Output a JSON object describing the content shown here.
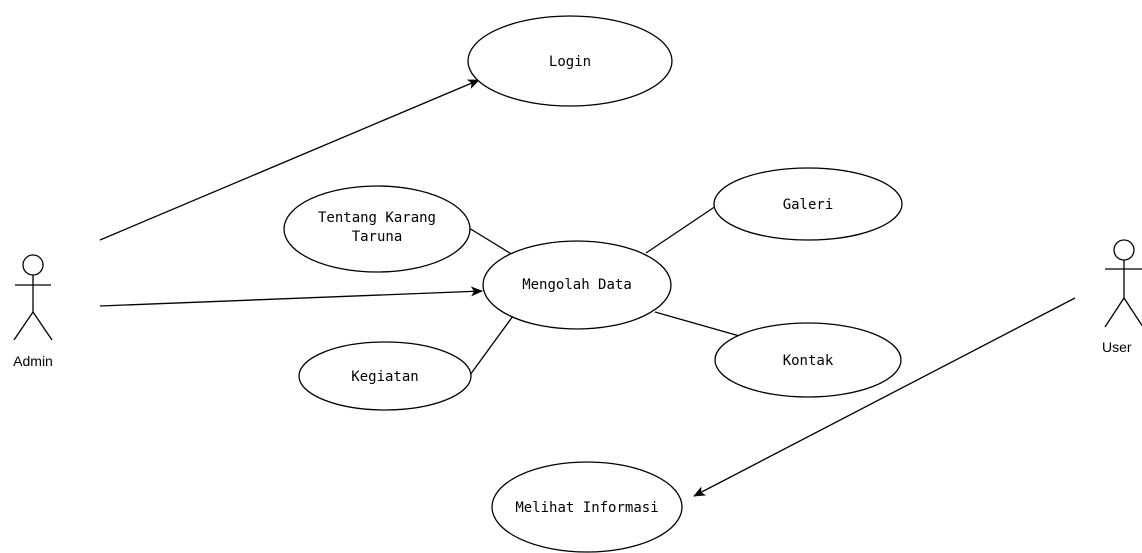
{
  "actors": {
    "admin": {
      "label": "Admin",
      "icon": "stick-figure-actor-icon"
    },
    "user": {
      "label": "User",
      "icon": "stick-figure-actor-icon"
    }
  },
  "use_cases": {
    "login": {
      "label": "Login"
    },
    "mengolah_data": {
      "label": "Mengolah Data"
    },
    "tentang_karang_taruna": {
      "label_line1": "Tentang Karang",
      "label_line2": "Taruna"
    },
    "galeri": {
      "label": "Galeri"
    },
    "kegiatan": {
      "label": "Kegiatan"
    },
    "kontak": {
      "label": "Kontak"
    },
    "melihat_informasi": {
      "label": "Melihat Informasi"
    }
  },
  "relations": [
    {
      "from": "Admin",
      "to": "Login",
      "type": "association-arrow"
    },
    {
      "from": "Admin",
      "to": "Mengolah Data",
      "type": "association-arrow"
    },
    {
      "from": "Mengolah Data",
      "to": "Tentang Karang Taruna",
      "type": "line"
    },
    {
      "from": "Mengolah Data",
      "to": "Kegiatan",
      "type": "line"
    },
    {
      "from": "Mengolah Data",
      "to": "Galeri",
      "type": "line"
    },
    {
      "from": "Mengolah Data",
      "to": "Kontak",
      "type": "line"
    },
    {
      "from": "User",
      "to": "Melihat Informasi",
      "type": "association-arrow"
    }
  ],
  "colors": {
    "stroke": "#000000",
    "fill": "#ffffff",
    "background": "#ffffff"
  }
}
